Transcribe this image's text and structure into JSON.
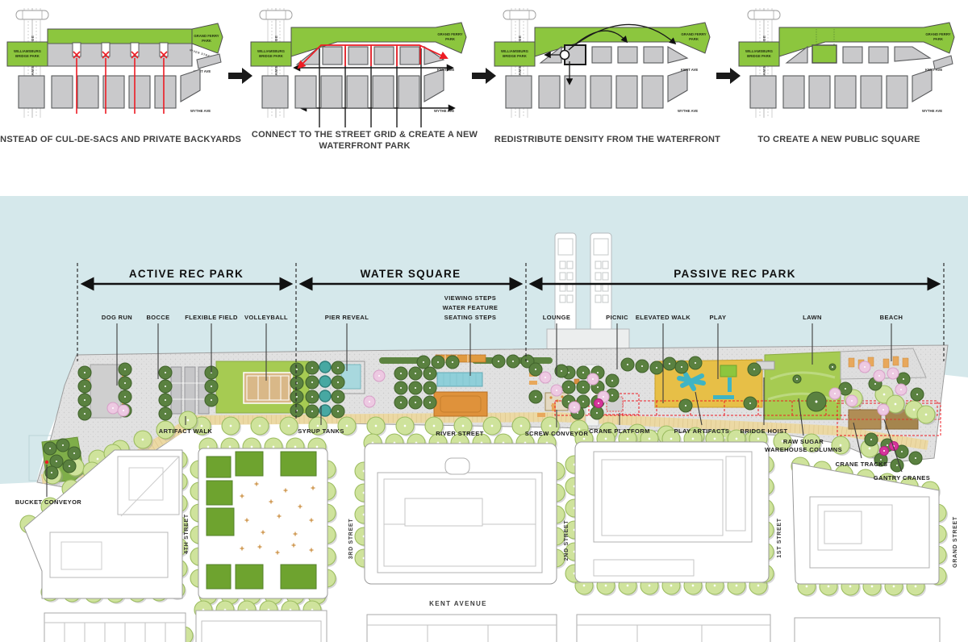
{
  "colors": {
    "diagram_green": "#8cc63e",
    "block_gray": "#c9c9cb",
    "alert_red": "#ed1c24",
    "water_blue": "#d5e8eb",
    "lawn_green": "#a6cb52",
    "street_tree_green": "#cfe39c",
    "park_tree_green": "#5a8140",
    "boardwalk_tan": "#ecd9a4",
    "deck_orange": "#df923b",
    "play_gold": "#e7bf47",
    "tank_teal": "#47a8a2",
    "pool_blue": "#8fcfd9"
  },
  "process": {
    "captions": {
      "c1": "INSTEAD OF CUL-DE-SACS AND PRIVATE BACKYARDS",
      "c2a": "CONNECT TO THE STREET GRID & CREATE A NEW",
      "c2b": "WATERFRONT PARK",
      "c3": "REDISTRIBUTE DENSITY FROM THE WATERFRONT",
      "c4": "TO CREATE A NEW PUBLIC SQUARE"
    },
    "labels": {
      "bridge": "WILLIAMSBURG BRIDGE",
      "bridge_park1": "WILLIAMSBURG",
      "bridge_park2": "BRIDGE PARK",
      "grand_ferry1": "GRAND FERRY",
      "grand_ferry2": "PARK",
      "river_street": "RIVER STREET",
      "kent_ave": "KENT AVE",
      "wythe_ave": "WYTHE AVE"
    }
  },
  "plan": {
    "sections": {
      "active": "ACTIVE REC PARK",
      "water": "WATER SQUARE",
      "passive": "PASSIVE REC PARK"
    },
    "features": {
      "dog_run": "DOG RUN",
      "bocce": "BOCCE",
      "flexible_field": "FLEXIBLE FIELD",
      "volleyball": "VOLLEYBALL",
      "pier_reveal": "PIER REVEAL",
      "viewing_steps": "VIEWING STEPS",
      "water_feature": "WATER FEATURE",
      "seating_steps": "SEATING STEPS",
      "lounge": "LOUNGE",
      "picnic": "PICNIC",
      "elevated_walk": "ELEVATED WALK",
      "play": "PLAY",
      "lawn": "LAWN",
      "beach": "BEACH"
    },
    "callouts": {
      "artifact_walk": "ARTIFACT WALK",
      "syrup_tanks": "SYRUP TANKS",
      "screw_conveyor": "SCREW CONVEYOR",
      "crane_platform": "CRANE PLATFORM",
      "play_artifacts": "PLAY ARTIFACTS",
      "bridge_hoist": "BRIDGE HOIST",
      "raw_sugar1": "RAW SUGAR",
      "raw_sugar2": "WAREHOUSE COLUMNS",
      "crane_tracks": "CRANE TRACKS",
      "gantry_cranes": "GANTRY CRANES",
      "bucket_conveyor": "BUCKET CONVEYOR"
    },
    "streets": {
      "s4": "4TH STREET",
      "s3": "3RD STREET",
      "s2": "2ND STREET",
      "s1": "1ST STREET",
      "grand": "GRAND STREET",
      "kent": "KENT AVENUE",
      "river": "RIVER STREET"
    }
  }
}
